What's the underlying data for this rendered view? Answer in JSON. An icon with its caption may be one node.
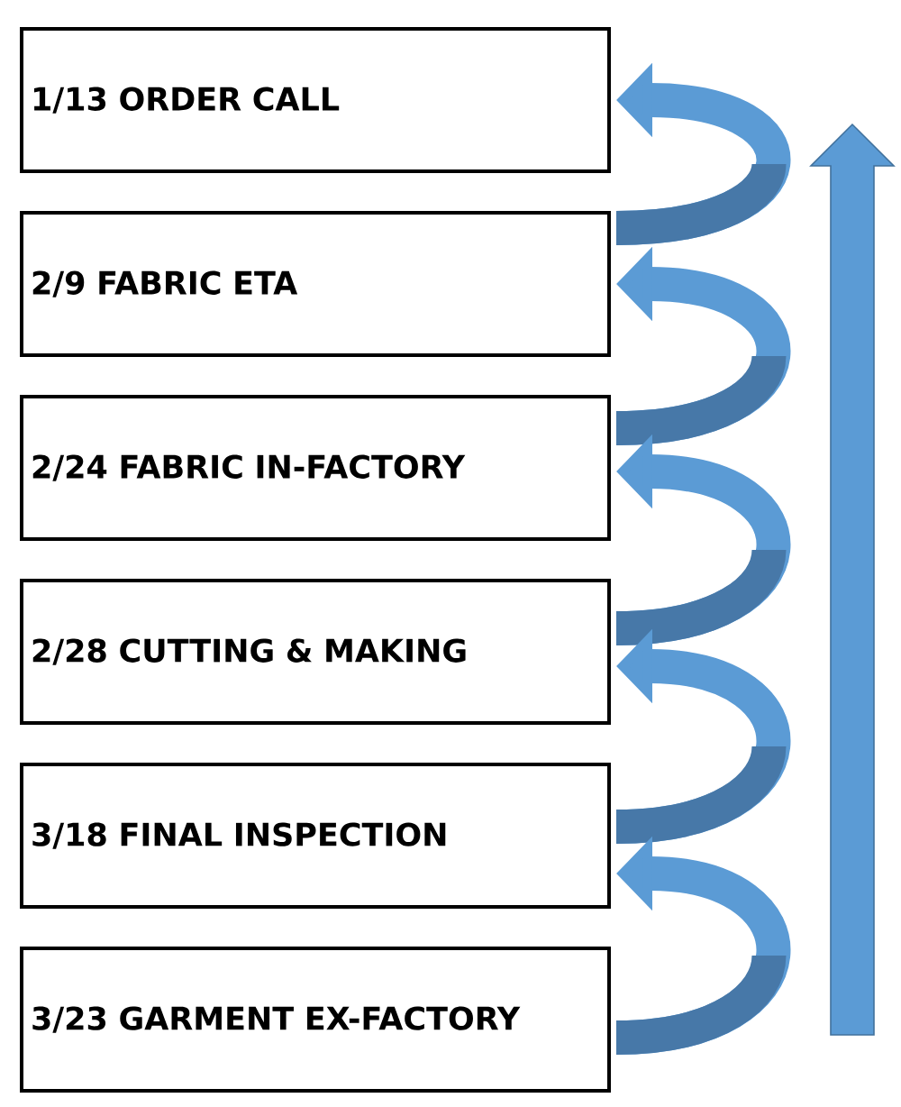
{
  "diagram": {
    "nodes": [
      {
        "text": [
          "1/13 ORDER CALL"
        ]
      },
      {
        "text": [
          "2/9 FABRIC ETA"
        ]
      },
      {
        "text": [
          "2/24 FABRIC IN-FACTORY"
        ]
      },
      {
        "text": [
          "2/28 CUTTING & MAKING"
        ]
      },
      {
        "text": [
          "3/18 FINAL INSPECTION"
        ]
      },
      {
        "text": [
          "3/23 GARMENT EX-FACTORY"
        ]
      }
    ],
    "edges": [
      {
        "from": 1,
        "to": 0,
        "arrow": "to"
      },
      {
        "from": 2,
        "to": 1,
        "arrow": "to"
      },
      {
        "from": 3,
        "to": 2,
        "arrow": "to"
      },
      {
        "from": 4,
        "to": 3,
        "arrow": "to"
      },
      {
        "from": 5,
        "to": 4,
        "arrow": "to"
      }
    ]
  }
}
